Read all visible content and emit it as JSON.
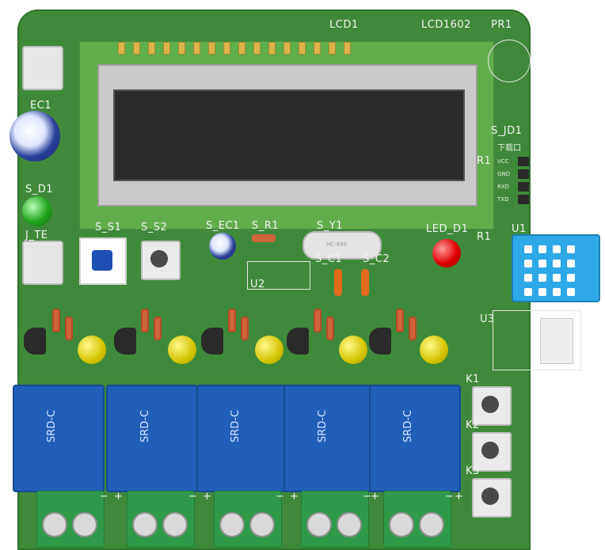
{
  "board": {
    "silkscreen": {
      "lcd1": "LCD1",
      "lcd1602": "LCD1602",
      "pr1": "PR1",
      "s_jd1": "S_JD1",
      "xiazaikou": "下载口",
      "r1_top": "R1",
      "vcc": "VCC",
      "gnd": "GND",
      "rxd": "RXD",
      "txd": "TXD",
      "ec1": "EC1",
      "s_d1": "S_D1",
      "j_te": "J_TE",
      "s_s1": "S_S1",
      "s_s2": "S_S2",
      "s_ec1": "S_EC1",
      "s_r1": "S_R1",
      "s_y1": "S_Y1",
      "s_c1": "S_C1",
      "s_c2": "S_C2",
      "led_d1": "LED_D1",
      "r1_mid": "R1",
      "u1": "U1",
      "u2": "U2",
      "u3": "U3",
      "k1": "K1",
      "k2": "K2",
      "k3": "K3",
      "crystal": "HC-49S",
      "relay_label": "SRD-C",
      "plus": "+",
      "minus": "−"
    }
  }
}
